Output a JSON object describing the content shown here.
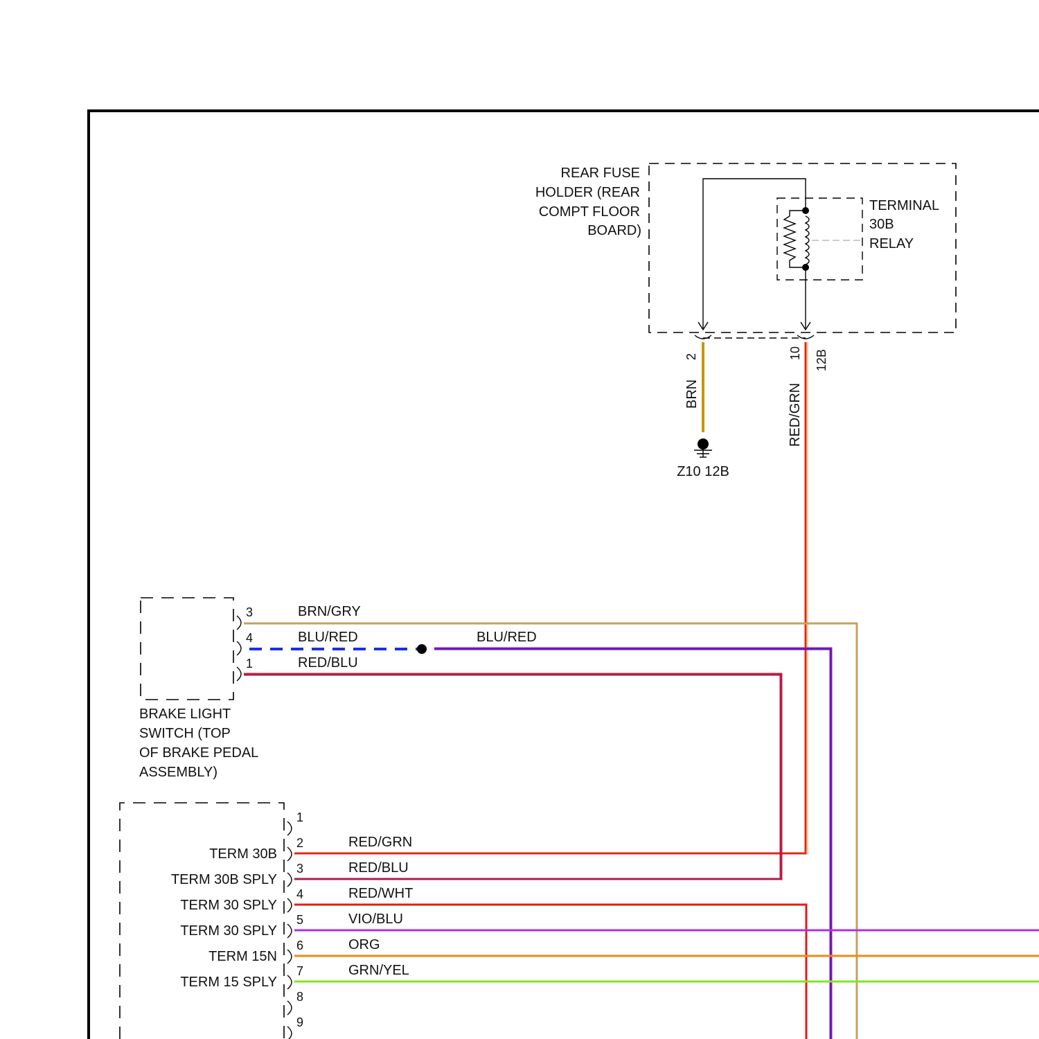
{
  "components": {
    "fuse_holder": {
      "label_lines": [
        "REAR FUSE",
        "HOLDER (REAR",
        "COMPT FLOOR",
        "BOARD)"
      ]
    },
    "relay": {
      "label_lines": [
        "TERMINAL",
        "30B",
        "RELAY"
      ]
    },
    "ground": {
      "label": "Z10 12B"
    },
    "brake_switch": {
      "label_lines": [
        "BRAKE LIGHT",
        "SWITCH (TOP",
        "OF BRAKE PEDAL",
        "ASSEMBLY)"
      ]
    },
    "lower_connector": {
      "pins": [
        "1",
        "2",
        "3",
        "4",
        "5",
        "6",
        "7",
        "8",
        "9"
      ],
      "terminals": [
        "TERM 30B",
        "TERM 30B SPLY",
        "TERM 30 SPLY",
        "TERM 30 SPLY",
        "TERM 15N",
        "TERM 15 SPLY"
      ]
    }
  },
  "wires": {
    "brn": {
      "pin": "2",
      "label": "BRN",
      "color": "#c8960a"
    },
    "red_grn_top": {
      "pin": "10",
      "connector": "12B",
      "label": "RED/GRN",
      "color": "#dd2a1a"
    },
    "brn_gry": {
      "pin": "3",
      "label": "BRN/GRY",
      "color": "#c4a35a"
    },
    "blu_red": {
      "pin": "4",
      "label": "BLU/RED",
      "label_right": "BLU/RED",
      "color": "#1a30e0"
    },
    "red_blu": {
      "pin": "1",
      "label": "RED/BLU",
      "color": "#b01c4a"
    },
    "lower": [
      {
        "label": "RED/GRN",
        "color": "#e03a1a"
      },
      {
        "label": "RED/BLU",
        "color": "#a0285a"
      },
      {
        "label": "RED/WHT",
        "color": "#e01a1a"
      },
      {
        "label": "VIO/BLU",
        "color": "#b030e0"
      },
      {
        "label": "ORG",
        "color": "#f08a10"
      },
      {
        "label": "GRN/YEL",
        "color": "#7ee81a"
      }
    ]
  }
}
